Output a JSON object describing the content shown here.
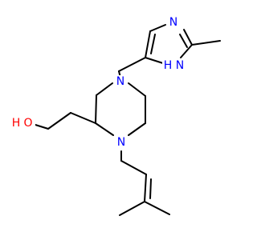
{
  "diagram": {
    "kind": "skeletal-formula",
    "colors": {
      "bond": "#000000",
      "carbon": "#000000",
      "nitrogen": "#0000ff",
      "oxygen": "#ff0000",
      "background": "#ffffff"
    },
    "atoms": {
      "n_imidazole_top": {
        "text": "N",
        "element": "nitrogen"
      },
      "n_imidazole_nh": {
        "text": "N",
        "element": "nitrogen"
      },
      "h_imidazole_nh": {
        "text": "H",
        "element": "nitrogen"
      },
      "n_piperazine_4": {
        "text": "N",
        "element": "nitrogen"
      },
      "n_piperazine_1": {
        "text": "N",
        "element": "nitrogen"
      },
      "o_hydroxyl_o": {
        "text": "O",
        "element": "oxygen"
      },
      "o_hydroxyl_h": {
        "text": "H",
        "element": "oxygen"
      }
    }
  }
}
